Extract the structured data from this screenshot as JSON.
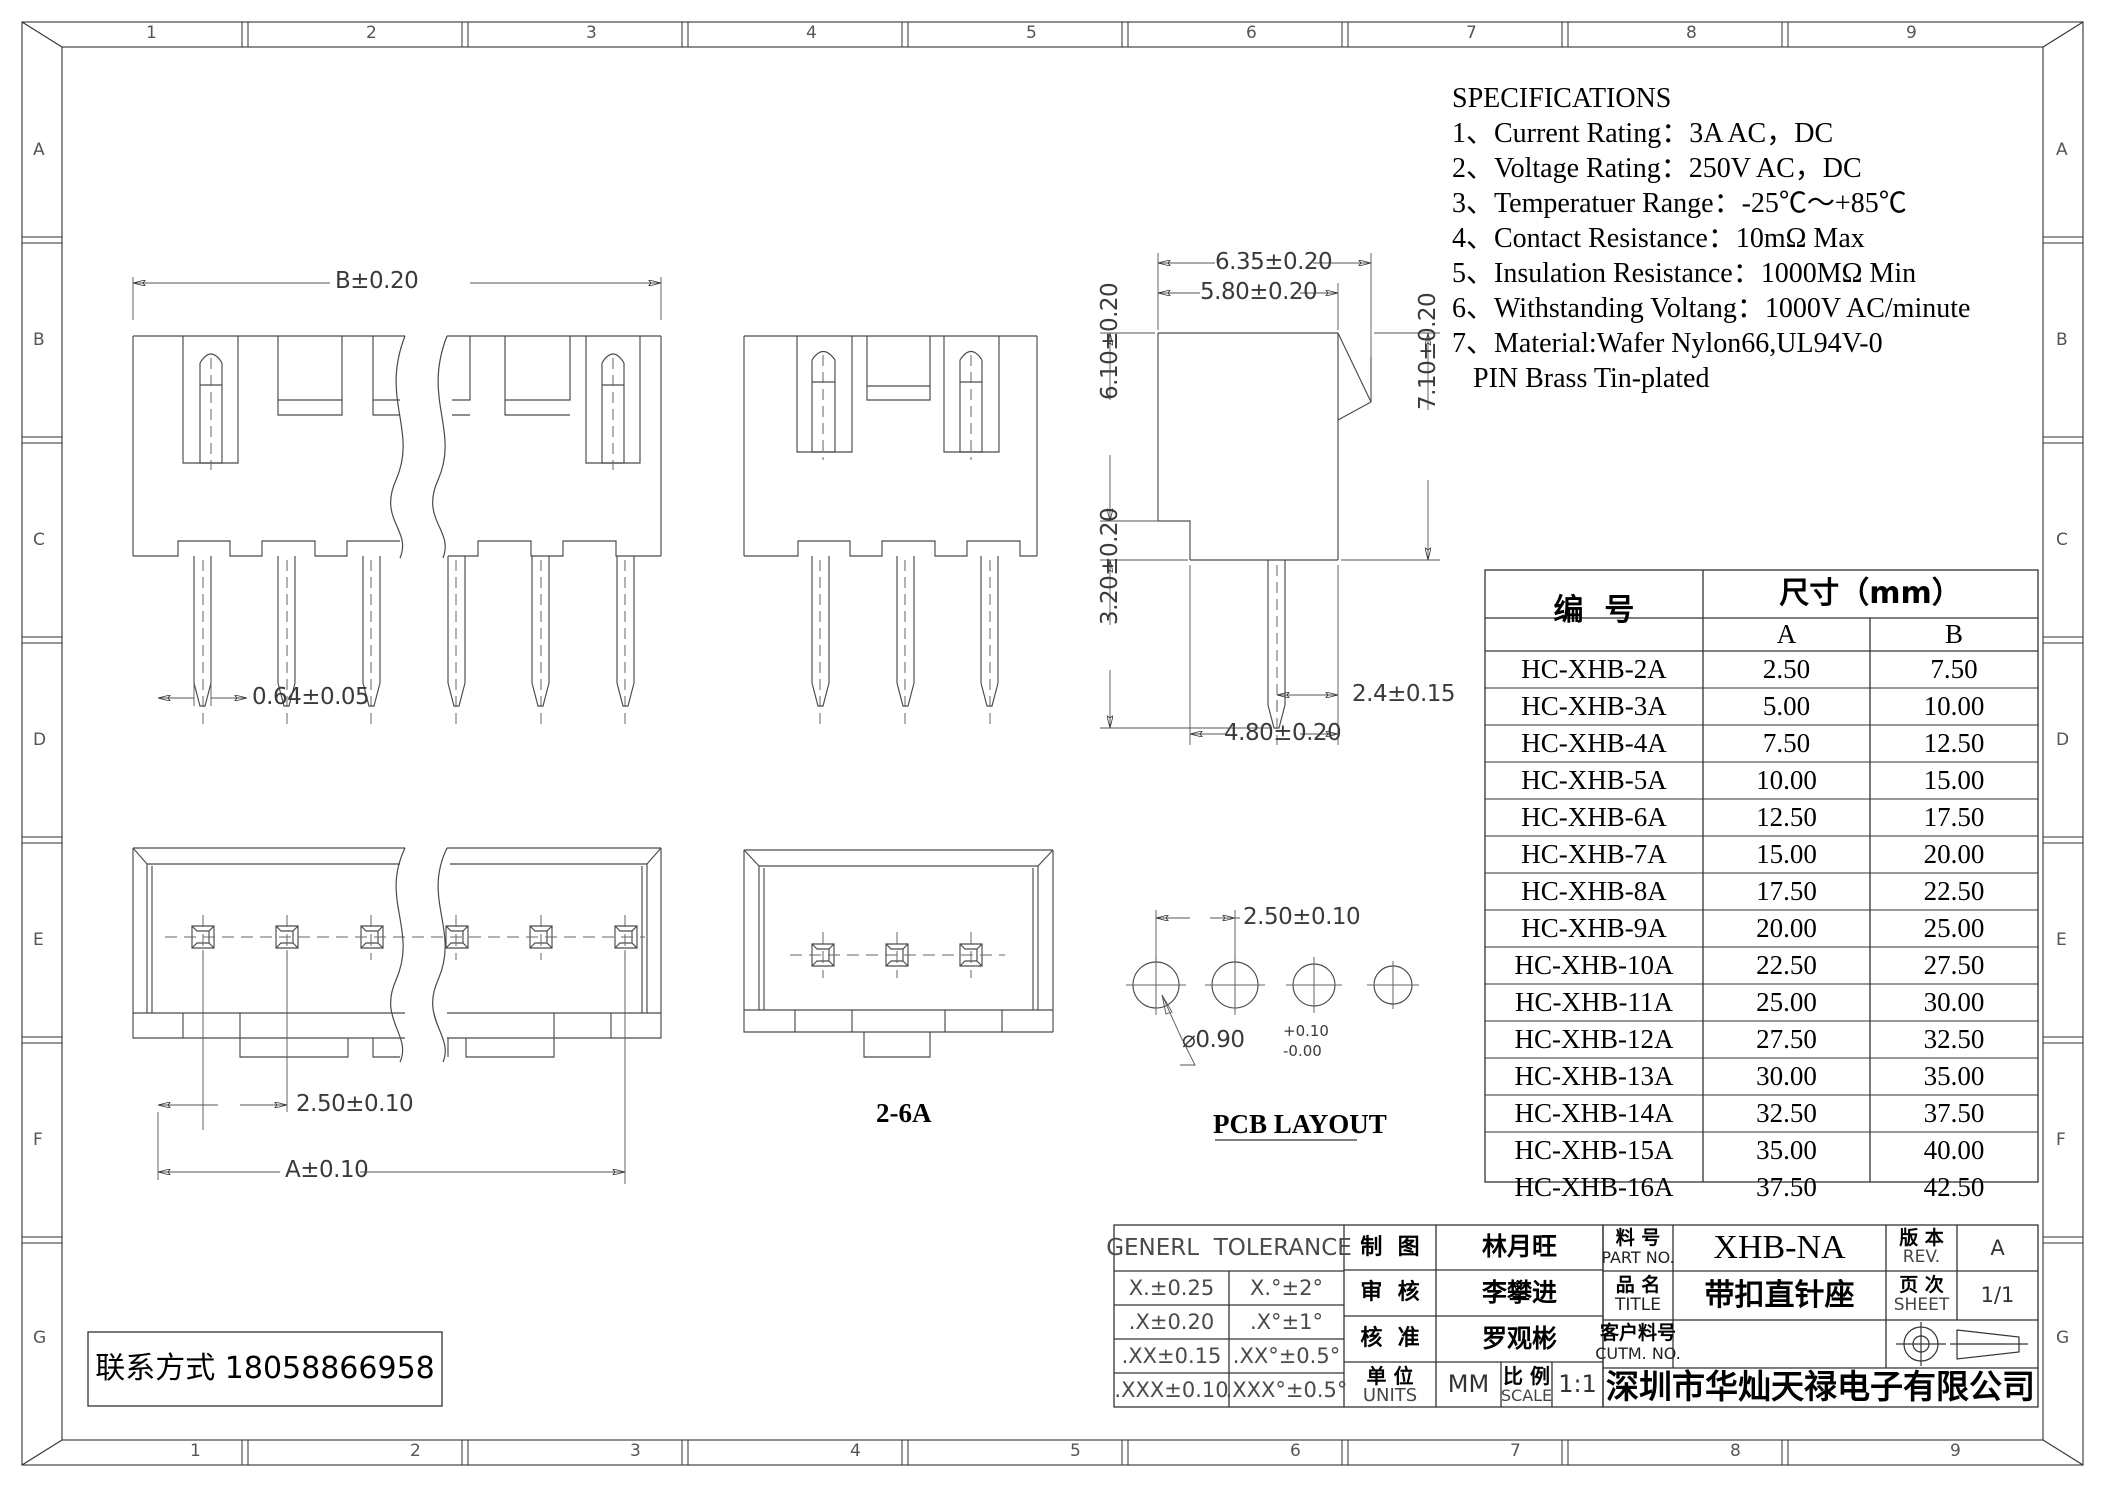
{
  "drawing": {
    "zones_top": [
      "1",
      "2",
      "3",
      "4",
      "5",
      "6",
      "7",
      "8",
      "9"
    ],
    "zones_left": [
      "A",
      "B",
      "C",
      "D",
      "E",
      "F",
      "G"
    ],
    "zones_right": [
      "A",
      "B",
      "C",
      "D",
      "E",
      "F",
      "G"
    ],
    "zones_bottom": [
      "1",
      "2",
      "3",
      "4",
      "5",
      "6",
      "7",
      "8",
      "9"
    ]
  },
  "specifications": {
    "heading": "SPECIFICATIONS",
    "items": [
      "1、Current Rating：3A AC，DC",
      "2、Voltage Rating：250V AC，DC",
      "3、Temperatuer Range：-25℃～+85℃",
      "4、Contact Resistance：10mΩ Max",
      "5、Insulation Resistance：1000MΩ Min",
      "6、Withstanding Voltang：1000V AC/minute",
      "7、Material:Wafer Nylon66,UL94V-0",
      "   PIN Brass Tin-plated"
    ]
  },
  "dimensions": {
    "front_overall_b": "B±0.20",
    "pin_width": "0.64±0.05",
    "bottom_pitch": "2.50±0.10",
    "bottom_overall_a": "A±0.10",
    "side_top_635": "6.35±0.20",
    "side_top_580": "5.80±0.20",
    "side_left_610": "6.10±0.20",
    "side_right_710": "7.10±0.20",
    "side_left_320": "3.20±0.20",
    "side_bottom_480": "4.80±0.20",
    "side_bottom_24": "2.4±0.15",
    "pcb_pitch": "2.50±0.10",
    "pcb_hole_dia": "⌀0.90",
    "pcb_hole_tol_upper": "+0.10",
    "pcb_hole_tol_lower": "-0.00",
    "pcb_caption": "PCB LAYOUT",
    "view_label_2_6a": "2-6A"
  },
  "part_table": {
    "col_number_header": "编  号",
    "col_size_header": "尺寸（mm）",
    "col_a": "A",
    "col_b": "B",
    "rows": [
      {
        "code": "HC-XHB-2A",
        "a": "2.50",
        "b": "7.50"
      },
      {
        "code": "HC-XHB-3A",
        "a": "5.00",
        "b": "10.00"
      },
      {
        "code": "HC-XHB-4A",
        "a": "7.50",
        "b": "12.50"
      },
      {
        "code": "HC-XHB-5A",
        "a": "10.00",
        "b": "15.00"
      },
      {
        "code": "HC-XHB-6A",
        "a": "12.50",
        "b": "17.50"
      },
      {
        "code": "HC-XHB-7A",
        "a": "15.00",
        "b": "20.00"
      },
      {
        "code": "HC-XHB-8A",
        "a": "17.50",
        "b": "22.50"
      },
      {
        "code": "HC-XHB-9A",
        "a": "20.00",
        "b": "25.00"
      },
      {
        "code": "HC-XHB-10A",
        "a": "22.50",
        "b": "27.50"
      },
      {
        "code": "HC-XHB-11A",
        "a": "25.00",
        "b": "30.00"
      },
      {
        "code": "HC-XHB-12A",
        "a": "27.50",
        "b": "32.50"
      },
      {
        "code": "HC-XHB-13A",
        "a": "30.00",
        "b": "35.00"
      },
      {
        "code": "HC-XHB-14A",
        "a": "32.50",
        "b": "37.50"
      },
      {
        "code": "HC-XHB-15A",
        "a": "35.00",
        "b": "40.00"
      },
      {
        "code": "HC-XHB-16A",
        "a": "37.50",
        "b": "42.50"
      }
    ]
  },
  "tolerance_block": {
    "title": "GENERL  TOLERANCE",
    "rows": [
      {
        "linear": "X.±0.25",
        "angular": "X.°±2°"
      },
      {
        "linear": ".X±0.20",
        "angular": ".X°±1°"
      },
      {
        "linear": ".XX±0.15",
        "angular": ".XX°±0.5°"
      },
      {
        "linear": ".XXX±0.10",
        "angular": ".XXX°±0.5°"
      }
    ]
  },
  "approval_block": {
    "drawn_cn": "制  图",
    "drawn_by": "林月旺",
    "checked_cn": "审  核",
    "checked_by": "李攀进",
    "approved_cn": "核  准",
    "approved_by": "罗观彬",
    "units_cn": "单 位",
    "units_en": "UNITS",
    "units_value": "MM",
    "scale_cn": "比 例",
    "scale_en": "SCALE",
    "scale_value": "1:1"
  },
  "title_block": {
    "part_no_cn": "料 号",
    "part_no_en": "PART NO.",
    "part_no_value": "XHB-NA",
    "rev_cn": "版 本",
    "rev_en": "REV.",
    "rev_value": "A",
    "title_cn": "品 名",
    "title_en": "TITLE",
    "title_value": "带扣直针座",
    "sheet_cn": "页 次",
    "sheet_en": "SHEET",
    "sheet_value": "1/1",
    "cutm_cn": "客户料号",
    "cutm_en": "CUTM. NO.",
    "cutm_value": "",
    "company": "深圳市华灿天禄电子有限公司"
  },
  "contact_block": {
    "label": "联系方式 18058866958"
  }
}
